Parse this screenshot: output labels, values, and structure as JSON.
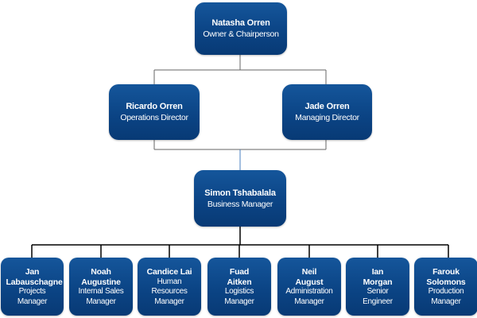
{
  "chart": {
    "nodes": [
      {
        "id": "natasha",
        "name": "Natasha Orren",
        "role": "Owner & Chairperson"
      },
      {
        "id": "ricardo",
        "name": "Ricardo Orren",
        "role": "Operations Director"
      },
      {
        "id": "jade",
        "name": "Jade Orren",
        "role": "Managing Director"
      },
      {
        "id": "simon",
        "name": "Simon Tshabalala",
        "role": "Business Manager"
      },
      {
        "id": "jan",
        "name": "Jan Labauschagne",
        "role": "Projects Manager"
      },
      {
        "id": "noah",
        "name": "Noah Augustine",
        "role": "Internal Sales Manager"
      },
      {
        "id": "candice",
        "name": "Candice Lai",
        "role": "Human Resources Manager"
      },
      {
        "id": "fuad",
        "name": "Fuad Aitken",
        "role": "Logistics Manager"
      },
      {
        "id": "neil",
        "name": "Neil August",
        "role": "Administration Manager"
      },
      {
        "id": "ian",
        "name": "Ian Morgan",
        "role": "Senior Engineer"
      },
      {
        "id": "farouk",
        "name": "Farouk Solomons",
        "role": "Production Manager"
      }
    ]
  }
}
